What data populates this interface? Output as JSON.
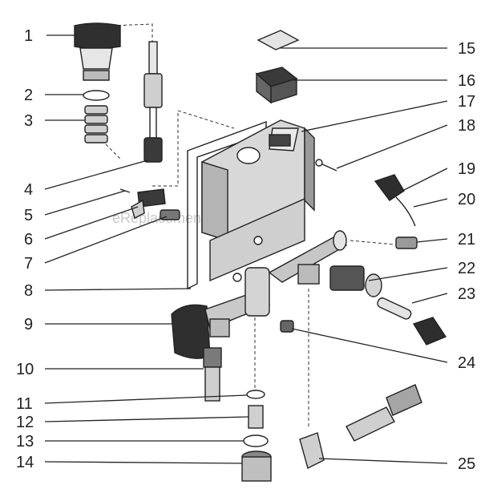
{
  "watermark": "eReplacementParts.com",
  "callouts": [
    "1",
    "2",
    "3",
    "4",
    "5",
    "6",
    "7",
    "8",
    "9",
    "10",
    "11",
    "12",
    "13",
    "14",
    "15",
    "16",
    "17",
    "18",
    "19",
    "20",
    "21",
    "22",
    "23",
    "24",
    "25"
  ],
  "colors": {
    "ink": "#222222",
    "shade": "#8a8a8a",
    "light": "#d8d8d8",
    "paper": "#ffffff"
  }
}
